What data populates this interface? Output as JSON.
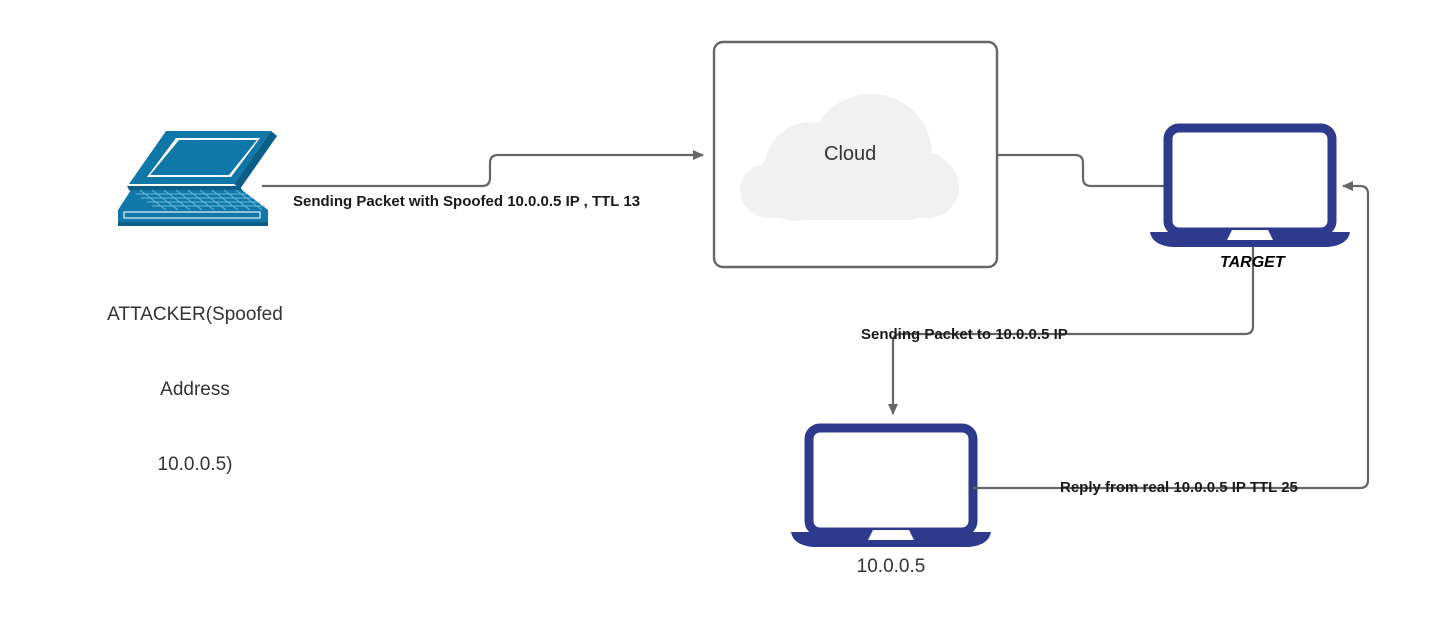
{
  "diagram": {
    "title": "IP spoofing packet flow diagram",
    "background": "#ffffff",
    "colors": {
      "attacker_device": "#1078a8",
      "attacker_device_dark": "#0a5f86",
      "target_device": "#2e3a8c",
      "victim_device": "#2e3a8c",
      "connector": "#666666",
      "cloud_fill": "#f1f1f1",
      "box_border": "#666666",
      "label_text": "#1a1a1a"
    }
  },
  "nodes": {
    "attacker": {
      "icon": "laptop-isometric-icon",
      "label_lines": [
        "ATTACKER(Spoofed",
        "Address",
        "10.0.0.5)"
      ],
      "label": "ATTACKER(Spoofed Address 10.0.0.5)"
    },
    "cloud": {
      "icon": "cloud-icon",
      "label": "Cloud",
      "container": "cloud-box"
    },
    "target": {
      "icon": "laptop-front-icon",
      "label": "TARGET"
    },
    "victim": {
      "icon": "laptop-front-icon",
      "label": "10.0.0.5"
    }
  },
  "connectors": [
    {
      "id": "attacker-to-cloud",
      "from": "attacker",
      "to": "cloud",
      "label": "Sending Packet with Spoofed 10.0.0.5 IP , TTL 13",
      "arrow": "end"
    },
    {
      "id": "cloud-to-target",
      "from": "cloud",
      "to": "target",
      "label": "",
      "arrow": "none"
    },
    {
      "id": "target-to-victim",
      "from": "target",
      "to": "victim",
      "label": "Sending Packet to 10.0.0.5 IP",
      "arrow": "end"
    },
    {
      "id": "victim-to-target",
      "from": "victim",
      "to": "target",
      "label": "Reply from real 10.0.0.5 IP TTL 25",
      "arrow": "end"
    }
  ]
}
